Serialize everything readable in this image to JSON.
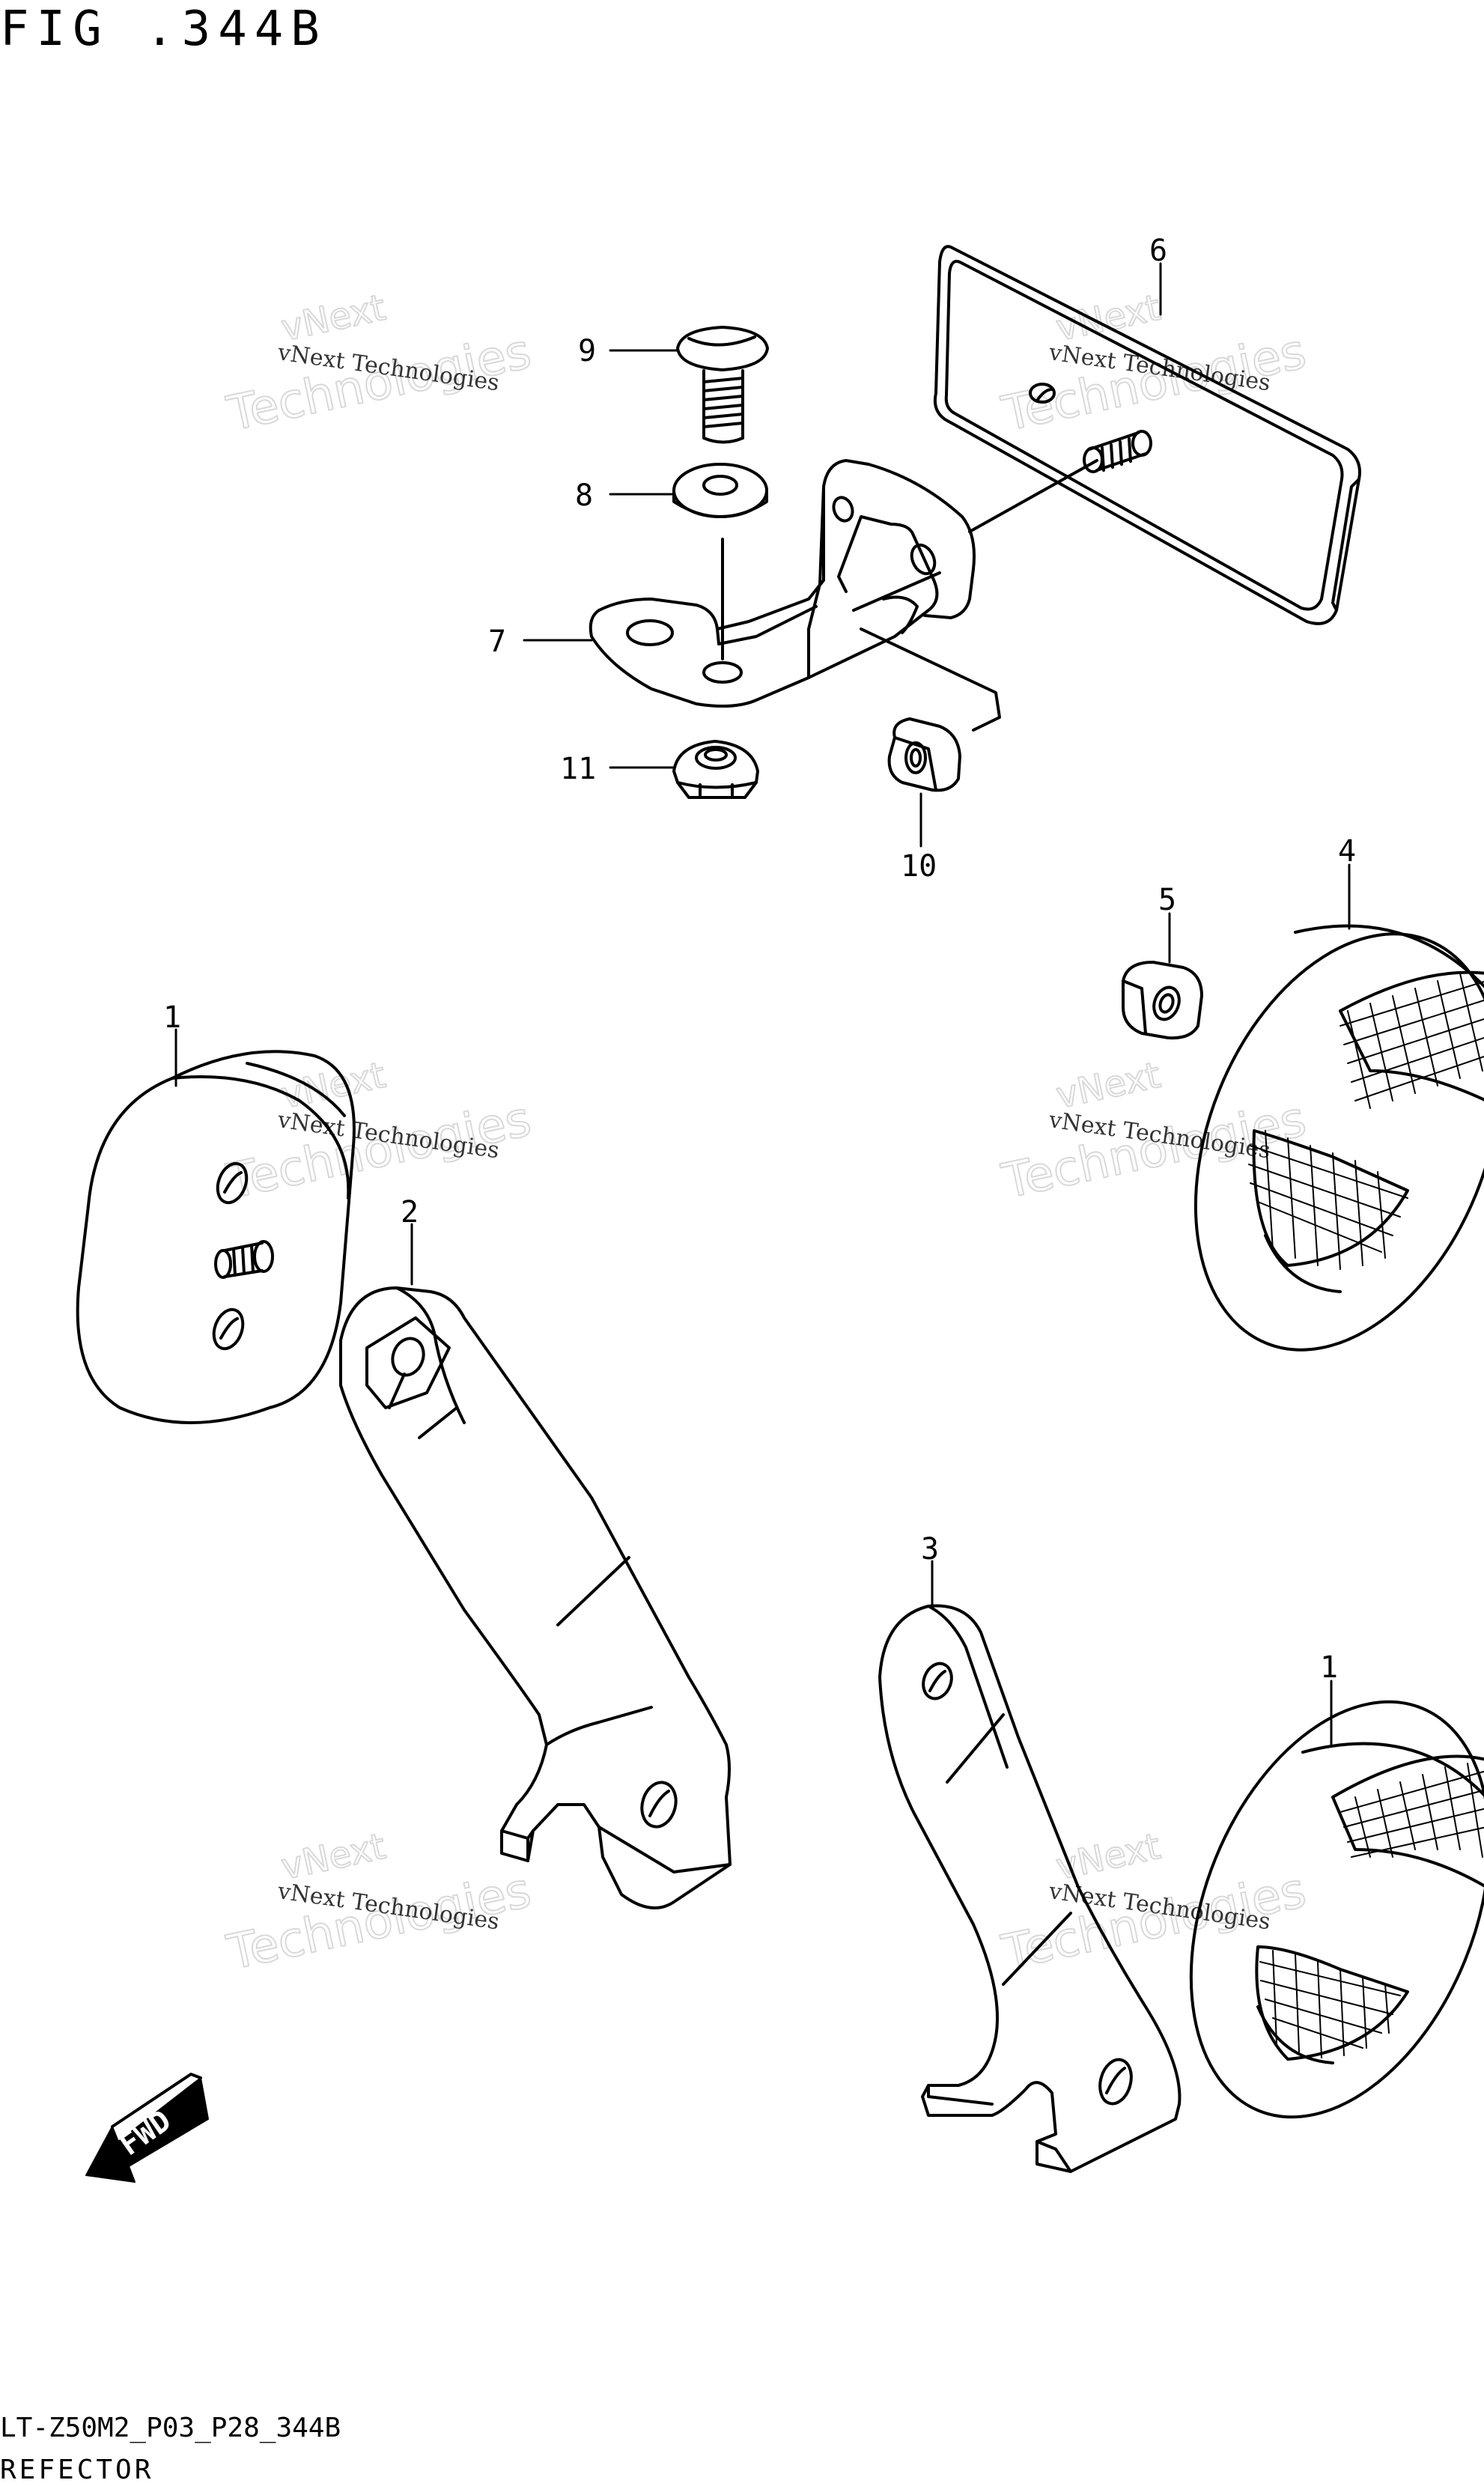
{
  "figure": {
    "title": "FIG .344B",
    "model_code": "LT-Z50M2_P03_P28_344B",
    "caption": "REFECTOR"
  },
  "callouts": [
    {
      "id": "1a",
      "label": "1",
      "part": "reflector"
    },
    {
      "id": "1b",
      "label": "1",
      "part": "reflector"
    },
    {
      "id": "2",
      "label": "2",
      "part": "bracket"
    },
    {
      "id": "3",
      "label": "3",
      "part": "bracket"
    },
    {
      "id": "4",
      "label": "4",
      "part": "reflector"
    },
    {
      "id": "5",
      "label": "5",
      "part": "nut"
    },
    {
      "id": "6",
      "label": "6",
      "part": "reflector"
    },
    {
      "id": "7",
      "label": "7",
      "part": "bracket"
    },
    {
      "id": "8",
      "label": "8",
      "part": "washer"
    },
    {
      "id": "9",
      "label": "9",
      "part": "screw"
    },
    {
      "id": "10",
      "label": "10",
      "part": "nut"
    },
    {
      "id": "11",
      "label": "11",
      "part": "nut"
    }
  ],
  "fwd_label": "FWD",
  "watermark": {
    "line1": "vNext Technologies",
    "line2": "vNext",
    "line3": "Technologies"
  }
}
